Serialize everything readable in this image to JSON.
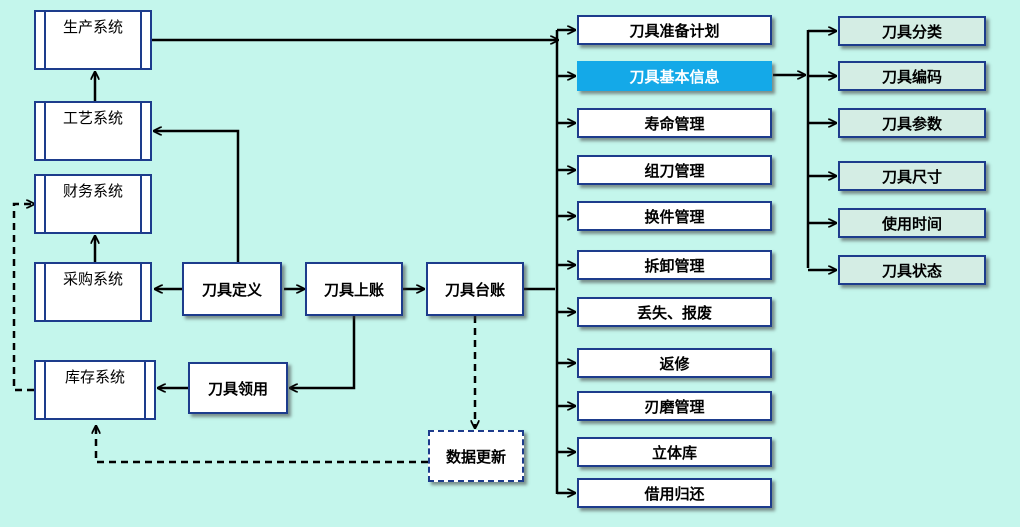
{
  "systems": {
    "production": "生产系统",
    "process": "工艺系统",
    "finance": "财务系统",
    "purchase": "采购系统",
    "inventory": "库存系统"
  },
  "flow": {
    "tool_definition": "刀具定义",
    "tool_booking": "刀具上账",
    "tool_ledger": "刀具台账",
    "tool_requisition": "刀具领用",
    "data_update": "数据更新"
  },
  "modules": [
    {
      "label": "刀具准备计划",
      "highlighted": false
    },
    {
      "label": "刀具基本信息",
      "highlighted": true
    },
    {
      "label": "寿命管理",
      "highlighted": false
    },
    {
      "label": "组刀管理",
      "highlighted": false
    },
    {
      "label": "换件管理",
      "highlighted": false
    },
    {
      "label": "拆卸管理",
      "highlighted": false
    },
    {
      "label": "丢失、报废",
      "highlighted": false
    },
    {
      "label": "返修",
      "highlighted": false
    },
    {
      "label": "刃磨管理",
      "highlighted": false
    },
    {
      "label": "立体库",
      "highlighted": false
    },
    {
      "label": "借用归还",
      "highlighted": false
    }
  ],
  "basic_info_attributes": [
    "刀具分类",
    "刀具编码",
    "刀具参数",
    "刀具尺寸",
    "使用时间",
    "刀具状态"
  ],
  "colors": {
    "background": "#c4f6ec",
    "border": "#1d3c8c",
    "highlight": "#14a9e8",
    "attribute_fill": "#d4ede4",
    "line": "#000000"
  }
}
